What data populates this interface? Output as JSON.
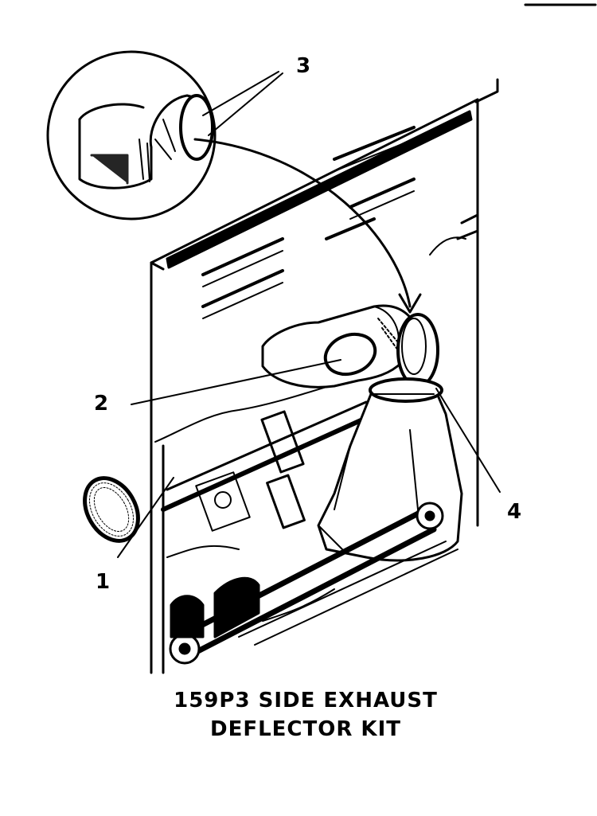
{
  "callouts": [
    "1",
    "2",
    "3",
    "4"
  ],
  "caption": {
    "line1": "159P3 SIDE EXHAUST",
    "line2": "DEFLECTOR KIT"
  }
}
